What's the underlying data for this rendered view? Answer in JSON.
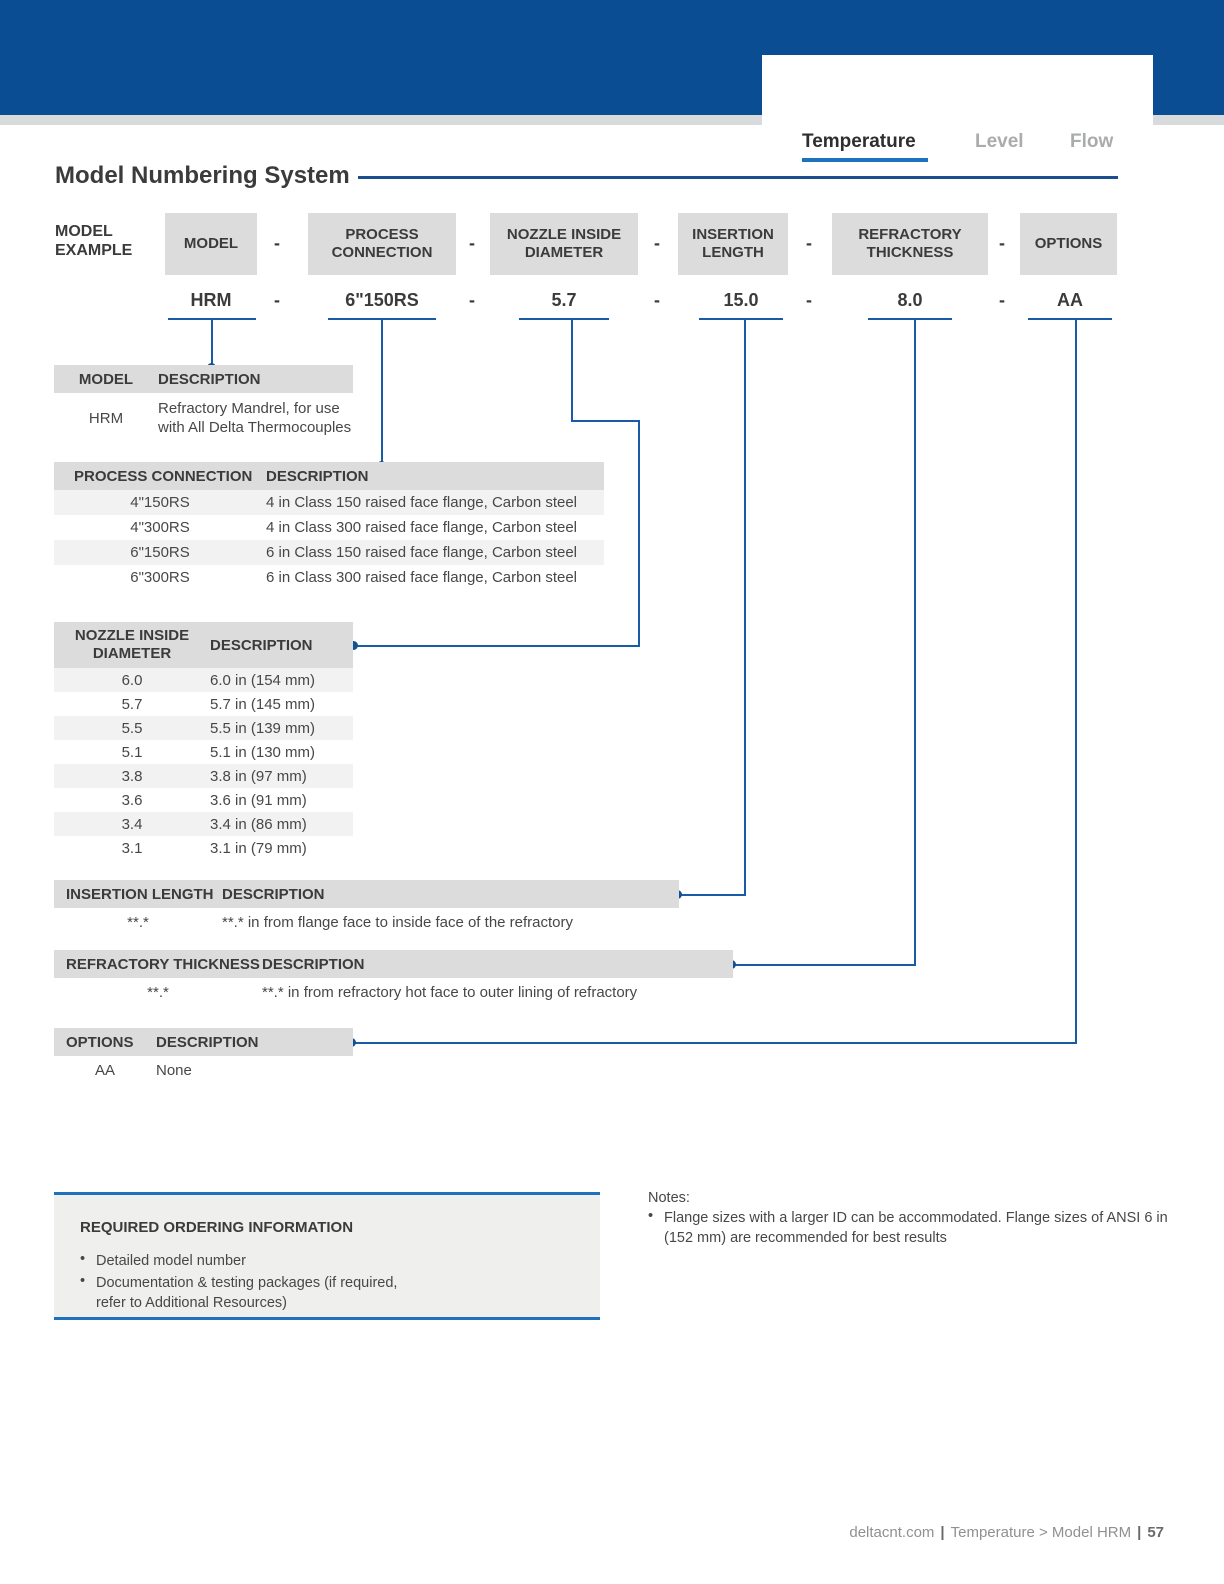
{
  "tabs": [
    {
      "label": "Temperature",
      "active": true
    },
    {
      "label": "Level",
      "active": false
    },
    {
      "label": "Flow",
      "active": false
    }
  ],
  "title": "Model Numbering System",
  "example": {
    "label": "MODEL\nEXAMPLE",
    "separator": "-",
    "segments": [
      {
        "name": "MODEL",
        "value": "HRM"
      },
      {
        "name": "PROCESS CONNECTION",
        "value": "6\"150RS"
      },
      {
        "name": "NOZZLE INSIDE DIAMETER",
        "value": "5.7"
      },
      {
        "name": "INSERTION LENGTH",
        "value": "15.0"
      },
      {
        "name": "REFRACTORY THICKNESS",
        "value": "8.0"
      },
      {
        "name": "OPTIONS",
        "value": "AA"
      }
    ]
  },
  "tables": {
    "model": {
      "col1": "MODEL",
      "col2": "DESCRIPTION",
      "rows": [
        {
          "c1": "HRM",
          "c2": "Refractory Mandrel, for use\nwith All Delta Thermocouples"
        }
      ]
    },
    "process_connection": {
      "col1": "PROCESS CONNECTION",
      "col2": "DESCRIPTION",
      "rows": [
        {
          "c1": "4\"150RS",
          "c2": "4 in Class 150 raised face flange, Carbon steel"
        },
        {
          "c1": "4\"300RS",
          "c2": "4 in Class 300 raised face flange, Carbon steel"
        },
        {
          "c1": "6\"150RS",
          "c2": "6 in Class 150 raised face flange, Carbon steel"
        },
        {
          "c1": "6\"300RS",
          "c2": "6 in Class 300 raised face flange, Carbon steel"
        }
      ]
    },
    "nozzle_inside_diameter": {
      "col1": "NOZZLE INSIDE\nDIAMETER",
      "col2": "DESCRIPTION",
      "rows": [
        {
          "c1": "6.0",
          "c2": "6.0 in (154 mm)"
        },
        {
          "c1": "5.7",
          "c2": "5.7 in (145 mm)"
        },
        {
          "c1": "5.5",
          "c2": "5.5 in (139 mm)"
        },
        {
          "c1": "5.1",
          "c2": "5.1 in (130 mm)"
        },
        {
          "c1": "3.8",
          "c2": "3.8 in (97 mm)"
        },
        {
          "c1": "3.6",
          "c2": "3.6 in (91 mm)"
        },
        {
          "c1": "3.4",
          "c2": "3.4 in (86 mm)"
        },
        {
          "c1": "3.1",
          "c2": "3.1 in (79 mm)"
        }
      ]
    },
    "insertion_length": {
      "col1": "INSERTION LENGTH",
      "col2": "DESCRIPTION",
      "rows": [
        {
          "c1": "**.*",
          "c2": "**.* in from flange face to inside face of the refractory"
        }
      ]
    },
    "refractory_thickness": {
      "col1": "REFRACTORY THICKNESS",
      "col2": "DESCRIPTION",
      "rows": [
        {
          "c1": "**.*",
          "c2": "**.* in from refractory hot face to outer lining of refractory"
        }
      ]
    },
    "options": {
      "col1": "OPTIONS",
      "col2": "DESCRIPTION",
      "rows": [
        {
          "c1": "AA",
          "c2": "None"
        }
      ]
    }
  },
  "ordering": {
    "title": "REQUIRED ORDERING INFORMATION",
    "bullets": [
      {
        "text": "Detailed model number"
      },
      {
        "text": "Documentation & testing packages (if required,\nrefer to Additional Resources)"
      }
    ]
  },
  "notes": {
    "title": "Notes:",
    "bullets": [
      {
        "text": "Flange sizes with a larger ID can be accommodated. Flange sizes of ANSI 6 in\n(152 mm) are recommended for best results"
      }
    ]
  },
  "footer": {
    "site": "deltacnt.com",
    "separator": "|",
    "breadcrumb": "Temperature > Model HRM",
    "page_number": "57"
  },
  "colors": {
    "header_blue": "#0b4d93",
    "accent_blue": "#1d71bd",
    "connector_blue": "#1a5ba6",
    "title_rule_blue": "#1b4e8d",
    "header_gray": "#dcdcdc",
    "stripe_gray": "#f2f2f2",
    "ordering_bg": "#efefee",
    "inactive_tab_gray": "#a9abad",
    "text_dark": "#3b3b3b"
  }
}
